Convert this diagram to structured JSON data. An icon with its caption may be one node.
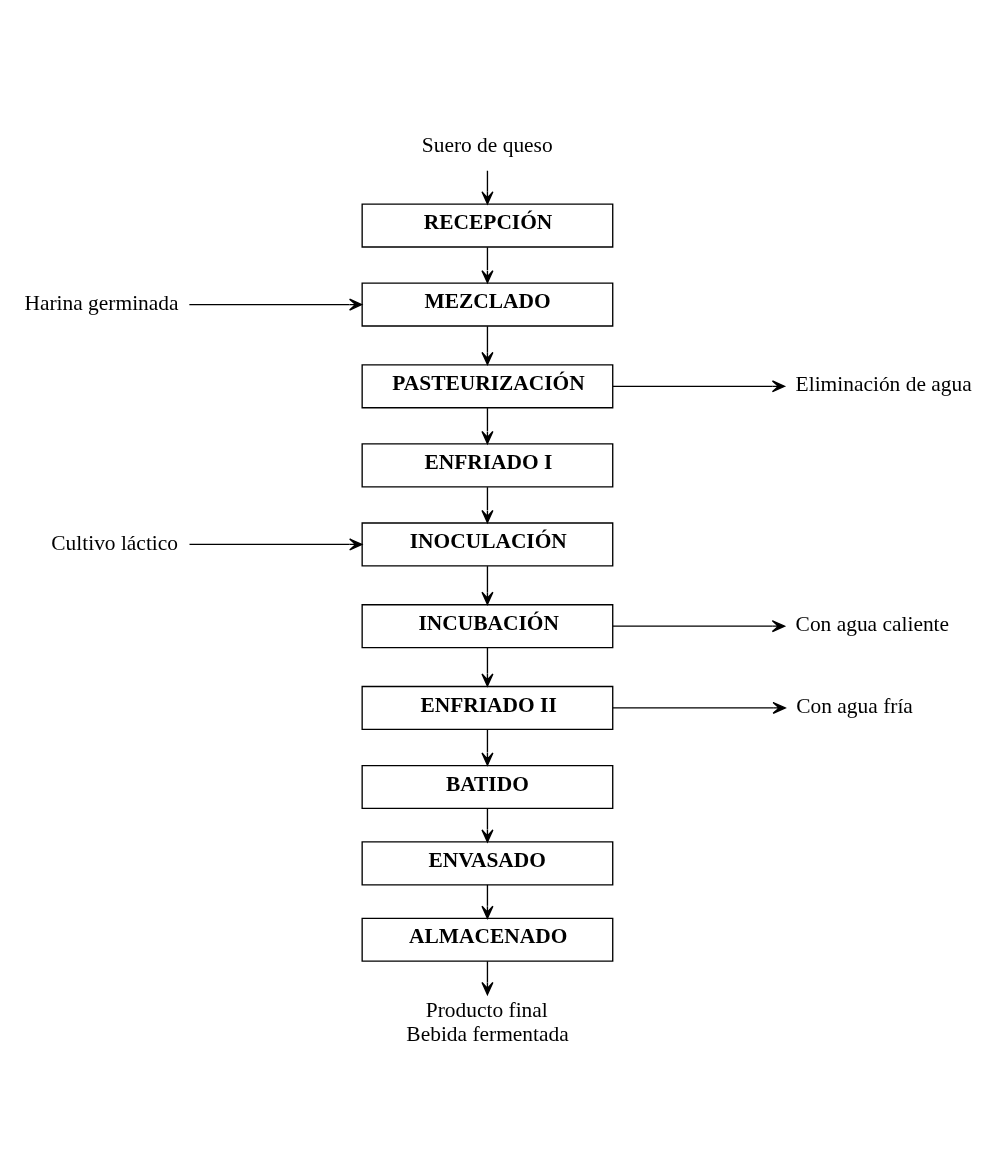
{
  "diagram": {
    "nodes": [
      {
        "text": [
          "Suero de queso"
        ]
      },
      {
        "text": [
          "RECEPCIÓN"
        ]
      },
      {
        "text": [
          "Harina germinada"
        ]
      },
      {
        "text": [
          "MEZCLADO"
        ]
      },
      {
        "text": [
          "PASTEURIZACIÓN"
        ]
      },
      {
        "text": [
          "Eliminación de agua"
        ]
      },
      {
        "text": [
          "ENFRIADO I"
        ]
      },
      {
        "text": [
          "Cultivo láctico"
        ]
      },
      {
        "text": [
          "INOCULACIÓN"
        ]
      },
      {
        "text": [
          "INCUBACIÓN"
        ]
      },
      {
        "text": [
          "Con agua caliente"
        ]
      },
      {
        "text": [
          "ENFRIADO II"
        ]
      },
      {
        "text": [
          "Con agua fría"
        ]
      },
      {
        "text": [
          "BATIDO"
        ]
      },
      {
        "text": [
          "ENVASADO"
        ]
      },
      {
        "text": [
          "ALMACENADO"
        ]
      },
      {
        "text": [
          "Producto final",
          "Bebida fermentada"
        ]
      }
    ],
    "edges": [
      {
        "from": 0,
        "to": 1,
        "arrow": "to"
      },
      {
        "from": 1,
        "to": 3,
        "arrow": "to"
      },
      {
        "from": 2,
        "to": 3,
        "arrow": "to"
      },
      {
        "from": 3,
        "to": 4,
        "arrow": "to"
      },
      {
        "from": 4,
        "to": 5,
        "arrow": "to"
      },
      {
        "from": 4,
        "to": 6,
        "arrow": "to"
      },
      {
        "from": 6,
        "to": 8,
        "arrow": "to"
      },
      {
        "from": 7,
        "to": 8,
        "arrow": "to"
      },
      {
        "from": 8,
        "to": 9,
        "arrow": "to"
      },
      {
        "from": 9,
        "to": 10,
        "arrow": "to"
      },
      {
        "from": 9,
        "to": 11,
        "arrow": "to"
      },
      {
        "from": 11,
        "to": 12,
        "arrow": "to"
      },
      {
        "from": 11,
        "to": 13,
        "arrow": "to"
      },
      {
        "from": 13,
        "to": 14,
        "arrow": "to"
      },
      {
        "from": 14,
        "to": 15,
        "arrow": "to"
      },
      {
        "from": 15,
        "to": 16,
        "arrow": "to"
      }
    ]
  }
}
